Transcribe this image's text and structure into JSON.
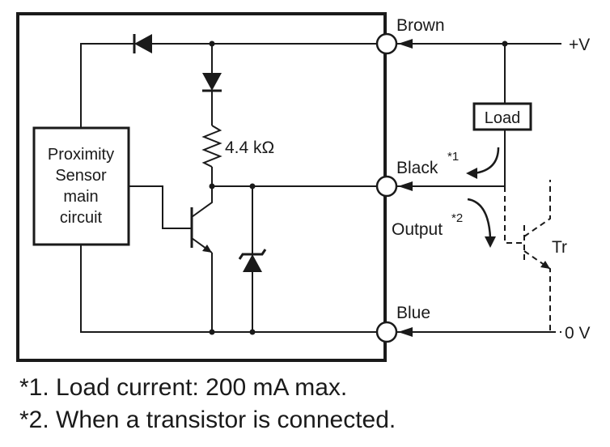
{
  "terminals": {
    "brown": "Brown",
    "black": "Black",
    "black_note": "*1",
    "output": "Output",
    "output_note": "*2",
    "blue": "Blue"
  },
  "supply": {
    "positive": "+V",
    "zero": "0 V"
  },
  "components": {
    "load": "Load",
    "resistor_value": "4.4 kΩ",
    "transistor": "Tr",
    "sensor_line1": "Proximity",
    "sensor_line2": "Sensor",
    "sensor_line3": "main",
    "sensor_line4": "circuit"
  },
  "notes": {
    "note1": "*1. Load current: 200 mA max.",
    "note2": "*2. When a transistor is connected."
  }
}
